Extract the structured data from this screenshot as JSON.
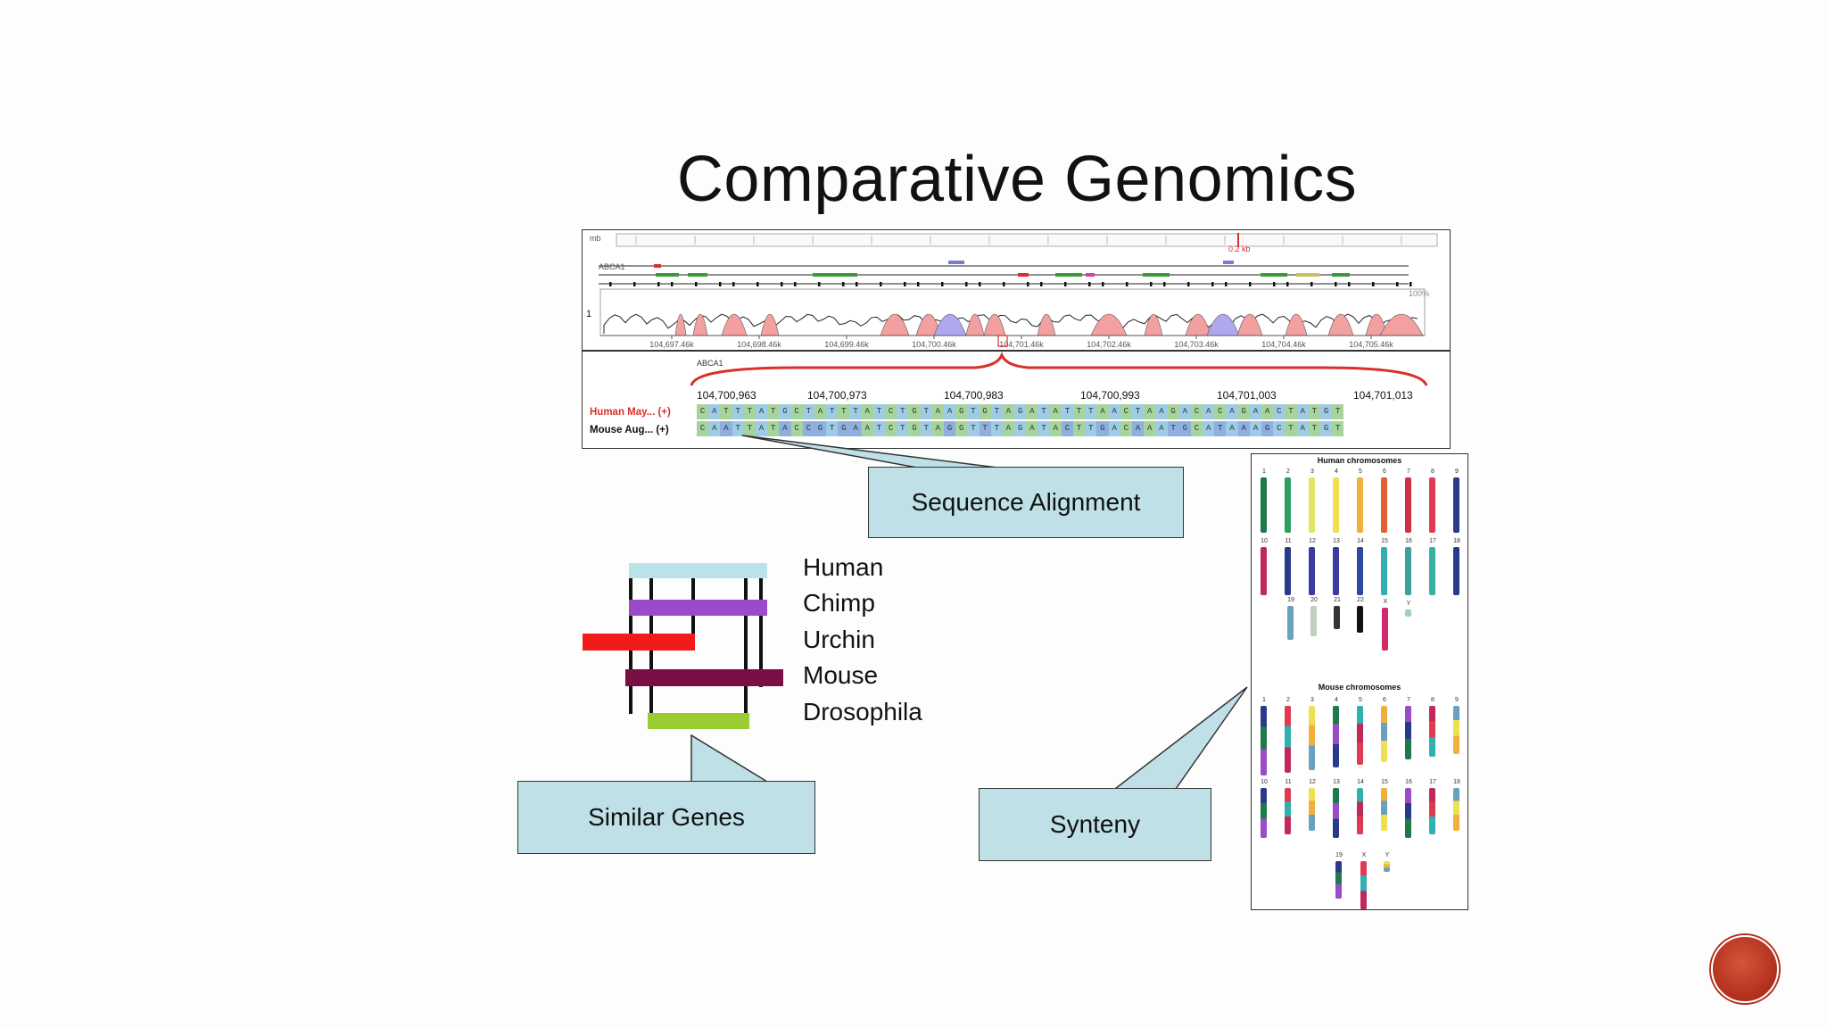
{
  "slide": {
    "title": "Comparative Genomics"
  },
  "alignment": {
    "gene_label": "ABCA1",
    "identity_label": "100%",
    "track_number": "1",
    "zoom_label": "0.2 kb",
    "coordinates": [
      "104,700,963",
      "104,700,973",
      "104,700,983",
      "104,700,993",
      "104,701,003",
      "104,701,013"
    ],
    "ruler_ticks": [
      "104,697.46k",
      "104,698.46k",
      "104,699.46k",
      "104,700.46k",
      "104,701.46k",
      "104,702.46k",
      "104,703.46k",
      "104,704.46k",
      "104,705.46k"
    ],
    "tracks": [
      {
        "name": "Human May... (+)",
        "color": "#d9302b",
        "sequence": "CATTTATGCTATTTATCTGTAAGTGTAGATATTTAACTAAGACACAGAACTATGT"
      },
      {
        "name": "Mouse Aug... (+)",
        "color": "#111111",
        "sequence": "CAATTATACCGTGAATCTGTAGGTTTAGATACTTGACAAATGCATAAAGCTATGT"
      }
    ]
  },
  "callouts": {
    "sequence_alignment": "Sequence Alignment",
    "similar_genes": "Similar Genes",
    "synteny": "Synteny"
  },
  "species": [
    "Human",
    "Chimp",
    "Urchin",
    "Mouse",
    "Drosophila"
  ],
  "species_colors": [
    "#b9e3e8",
    "#9a4cc8",
    "#f21b1b",
    "#7a0f45",
    "#9acd32"
  ],
  "synteny": {
    "human_title": "Human chromosomes",
    "mouse_title": "Mouse chromosomes",
    "human_labels": [
      "1",
      "2",
      "3",
      "4",
      "5",
      "6",
      "7",
      "8",
      "9",
      "10",
      "11",
      "12",
      "13",
      "14",
      "15",
      "16",
      "17",
      "18",
      "19",
      "20",
      "21",
      "22",
      "X",
      "Y"
    ],
    "mouse_labels": [
      "1",
      "2",
      "3",
      "4",
      "5",
      "6",
      "7",
      "8",
      "9",
      "10",
      "11",
      "12",
      "13",
      "14",
      "15",
      "16",
      "17",
      "18",
      "19",
      "X",
      "Y"
    ]
  },
  "colors": {
    "callout": "#bfe0e6",
    "accent": "#b12e1c"
  }
}
